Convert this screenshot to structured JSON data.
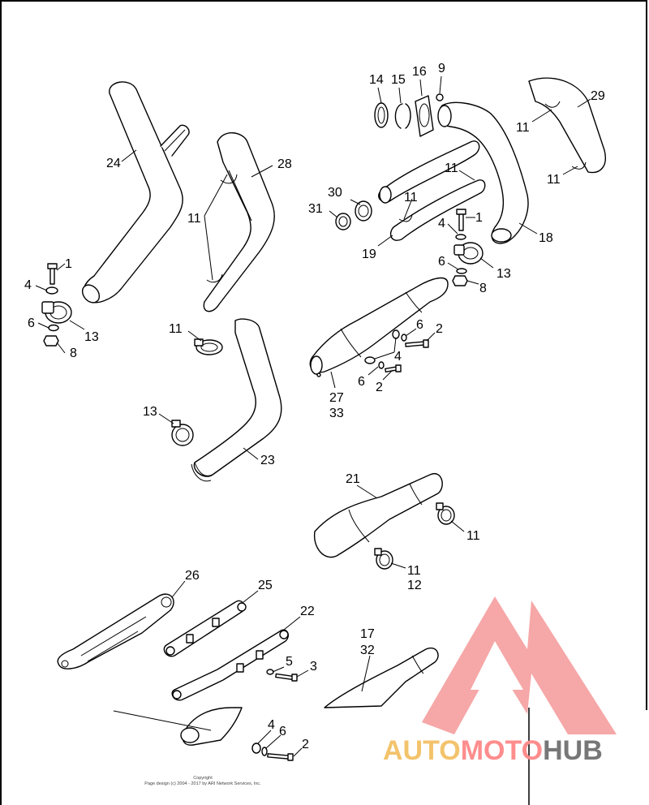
{
  "labels": {
    "l24": "24",
    "l28": "28",
    "l11a": "11",
    "l1a": "1",
    "l4a": "4",
    "l6a": "6",
    "l13a": "13",
    "l8a": "8",
    "l11b": "11",
    "l13b": "13",
    "l23": "23",
    "l14": "14",
    "l15": "15",
    "l16": "16",
    "l9": "9",
    "l29": "29",
    "l11c": "11",
    "l11d": "11",
    "l30": "30",
    "l31": "31",
    "l11e": "11",
    "l11f": "11",
    "l19": "19",
    "l4b": "4",
    "l1b": "1",
    "l18": "18",
    "l6b": "6",
    "l13c": "13",
    "l8b": "8",
    "l6c": "6",
    "l2a": "2",
    "l4c": "4",
    "l6d": "6",
    "l2b": "2",
    "l27": "27",
    "l33": "33",
    "l21": "21",
    "l11g": "11",
    "l11h": "11",
    "l12": "12",
    "l26": "26",
    "l25": "25",
    "l22": "22",
    "l5": "5",
    "l3": "3",
    "l17": "17",
    "l32": "32",
    "l4d": "4",
    "l6e": "6",
    "l2c": "2"
  },
  "copyright": {
    "line1": "Copyright",
    "line2": "Page design (c) 2004 - 2017 by ARI Network Services, Inc."
  },
  "watermark": {
    "word1": "AUTO",
    "word2": "MOTO",
    "word3": "HUB",
    "color1": "#f3c36c",
    "color2": "#ff8d8d",
    "color3": "#777777"
  }
}
